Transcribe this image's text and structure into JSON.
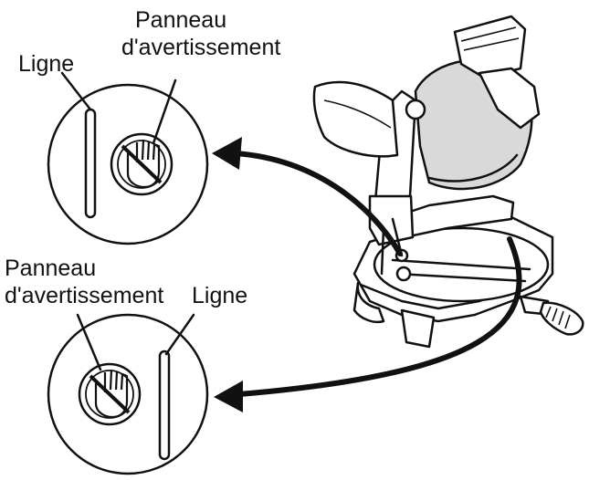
{
  "labels": {
    "top_line": "Ligne",
    "top_panel_1": "Panneau",
    "top_panel_2": "d'avertissement",
    "bottom_panel_1": "Panneau",
    "bottom_panel_2": "d'avertissement",
    "bottom_line": "Ligne"
  },
  "colors": {
    "ink": "#111111",
    "blade_guard": "#d9d9d9",
    "background": "#ffffff"
  },
  "icons": [
    "no-hand-warning-icon",
    "no-hand-warning-icon"
  ]
}
